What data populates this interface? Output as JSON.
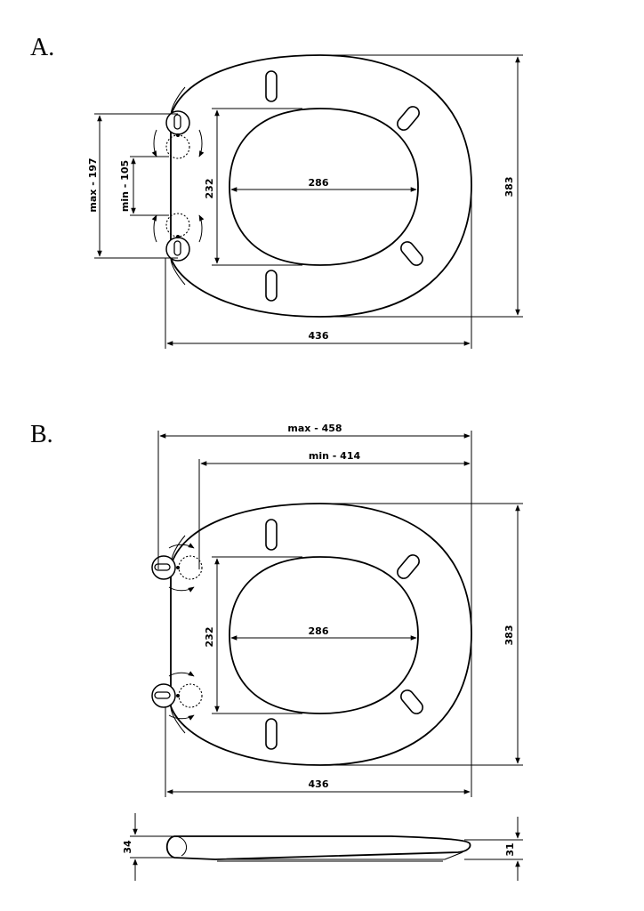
{
  "view_a": {
    "label": "A.",
    "dims": {
      "height": "383",
      "width": "436",
      "inner_width": "286",
      "inner_height": "232",
      "hinge_max": "max - 197",
      "hinge_min": "min - 105"
    }
  },
  "view_b": {
    "label": "B.",
    "dims": {
      "depth_max": "max - 458",
      "depth_min": "min - 414",
      "height": "383",
      "width": "436",
      "inner_width": "286",
      "inner_height": "232"
    }
  },
  "side_view": {
    "dims": {
      "thickness_hinge": "34",
      "thickness_front": "31"
    }
  }
}
